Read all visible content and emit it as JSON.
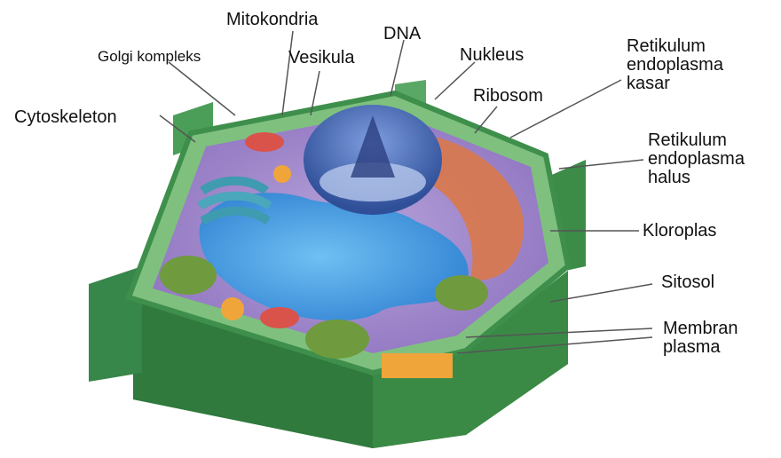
{
  "labels": {
    "mitokondria": "Mitokondria",
    "dna": "DNA",
    "golgi": "Golgi kompleks",
    "vesikula": "Vesikula",
    "nukleus": "Nukleus",
    "rer": [
      "Retikulum",
      "endoplasma",
      "kasar"
    ],
    "ribosom": "Ribosom",
    "cytoskeleton": "Cytoskeleton",
    "ser": [
      "Retikulum",
      "endoplasma",
      "halus"
    ],
    "kloroplas": "Kloroplas",
    "sitosol": "Sitosol",
    "membran": [
      "Membran",
      "plasma"
    ]
  },
  "colors": {
    "cell_wall": "#3f8f4c",
    "cell_wall_dark": "#2e6f3a",
    "cell_wall_light": "#9fd39b",
    "cytoplasm": "#a98fd0",
    "vacuole": "#4aa0e6",
    "nucleus": "#4d6fb8",
    "rough_er": "#d9784a",
    "mitochondria": "#d9534a",
    "chloroplast": "#6f9a3e",
    "golgi": "#4aa0b0",
    "vesicle": "#f0a53a"
  }
}
